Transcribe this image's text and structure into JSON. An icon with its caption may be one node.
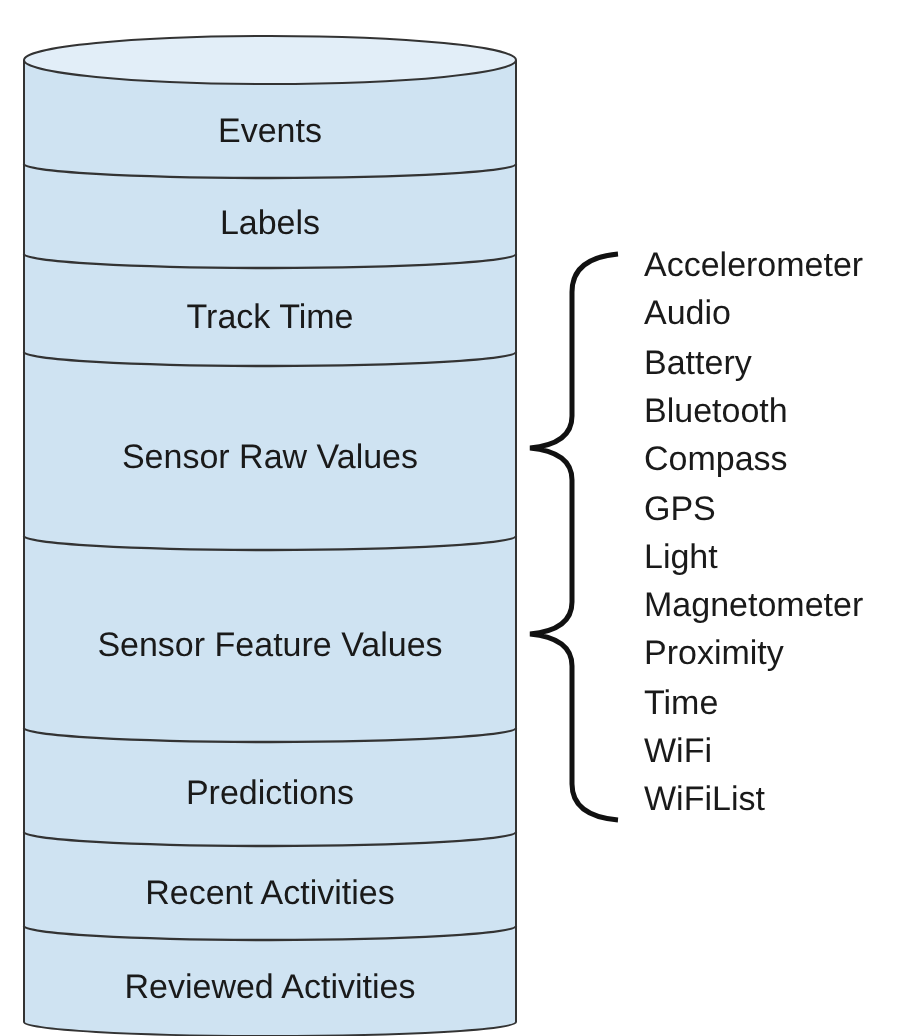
{
  "diagram": {
    "nodes": [
      {
        "text": [],
        "shape": "cylinder"
      },
      {
        "text": [
          "Events"
        ],
        "in": 0
      },
      {
        "text": [
          "Labels"
        ],
        "in": 0
      },
      {
        "text": [
          "Track Time"
        ],
        "in": 0
      },
      {
        "text": [
          "Sensor Raw Values"
        ],
        "in": 0
      },
      {
        "text": [
          "Sensor Feature Values"
        ],
        "in": 0
      },
      {
        "text": [
          "Predictions"
        ],
        "in": 0
      },
      {
        "text": [
          "Recent Activities"
        ],
        "in": 0
      },
      {
        "text": [
          "Reviewed Activities"
        ],
        "in": 0
      }
    ],
    "labels": [
      "Accelerometer",
      "Audio",
      "Battery",
      "Bluetooth",
      "Compass",
      "GPS",
      "Light",
      "Magnetometer",
      "Proximity",
      "Time",
      "WiFi",
      "WiFiList"
    ]
  }
}
